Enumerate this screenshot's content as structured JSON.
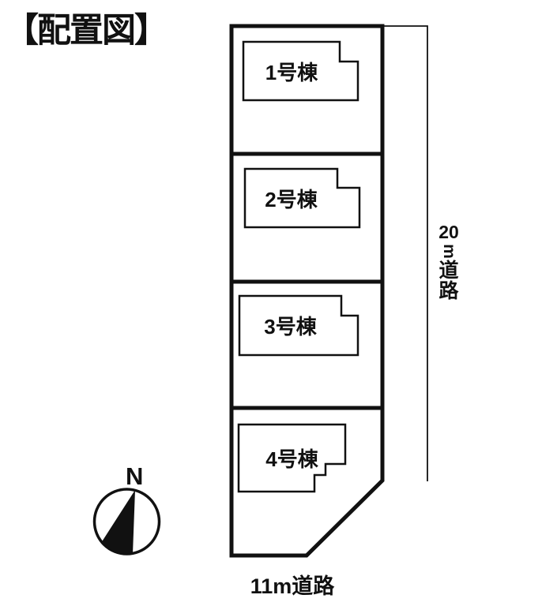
{
  "title": "【配置図】",
  "colors": {
    "ink": "#111111",
    "paper": "#ffffff"
  },
  "site_plan": {
    "lots": [
      {
        "building_label": "1号棟"
      },
      {
        "building_label": "2号棟"
      },
      {
        "building_label": "3号棟"
      },
      {
        "building_label": "4号棟"
      }
    ],
    "roads": {
      "east": {
        "full_label": "20m道路",
        "vertical_parts": [
          "20",
          "m",
          "道",
          "路"
        ]
      },
      "south": {
        "label": "11m道路"
      }
    },
    "compass": {
      "north_letter": "N"
    }
  }
}
